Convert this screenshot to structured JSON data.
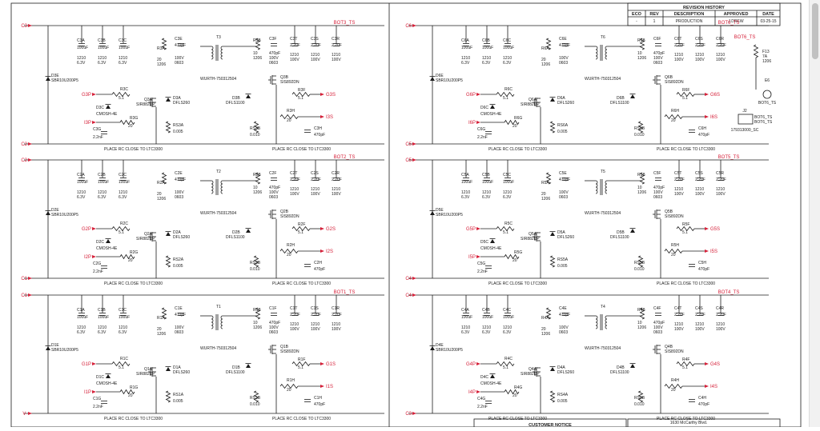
{
  "revision_history": {
    "title": "REVISION HISTORY",
    "headers": [
      "ECO",
      "REV",
      "DESCRIPTION",
      "APPROVED",
      "DATE"
    ],
    "row": [
      "-",
      "1",
      "PRODUCTION",
      "J.DREW",
      "03-25-15"
    ]
  },
  "notes": {
    "place_rc": "PLACE RC CLOSE TO LTC3300",
    "customer_notice": "CUSTOMER NOTICE",
    "address": "1630 McCarthy Blvd."
  },
  "connector": {
    "fuse": "F13",
    "fuse_rating": "7A",
    "fuse_pkg": "1206",
    "test_point": "E6",
    "test_point_label": "BOT6_TS",
    "jack": "J2",
    "jack_pins": [
      "BOT6_TS",
      "BOT6_TS"
    ],
    "jack_part": "179313000_SC",
    "bot_net": "BOT6_TS"
  },
  "cells": [
    {
      "id": "3",
      "top_port": "C3",
      "bottom_port": "C2",
      "ts_net": "BOT3_TS",
      "caps": [
        [
          "C3A",
          "100uF",
          "1210",
          "6.3V"
        ],
        [
          "C3B",
          "100uF",
          "1210",
          "6.3V"
        ],
        [
          "C3C",
          "100uF",
          "1210",
          "6.3V"
        ]
      ],
      "cap_out": [
        [
          "C3T",
          "2.2uF",
          "1210",
          "100V"
        ],
        [
          "C3S",
          "2.2uF",
          "1210",
          "100V"
        ],
        [
          "C3R",
          "2.2uF",
          "1210",
          "100V"
        ]
      ],
      "diode": [
        "D3E",
        "SBR10U200P5"
      ],
      "gate_in": "G3P",
      "sense_in": "I3P",
      "gate_out": "G3S",
      "sense_out": "I3S",
      "mosfet_p": [
        "Q3A",
        "SIR882DP"
      ],
      "mosfet_s": [
        "Q3B",
        "SIS892DN"
      ],
      "diode_p": [
        "D3A",
        "DFLS260"
      ],
      "diode_s": [
        "D3B",
        "DFLS1100"
      ],
      "diode_c": [
        "D3C",
        "CMOSH-4E"
      ],
      "transformer": [
        "T3",
        "WURTH-750312504"
      ],
      "sense_p": [
        "RS3A",
        "0.005"
      ],
      "sense_s": [
        "RS3B",
        "0.010"
      ],
      "r_p": [
        "R3A",
        "20",
        "1206"
      ],
      "r_s": [
        "R3B",
        "10",
        "1206"
      ],
      "snub_p": [
        "C3E",
        "470pF",
        "100V",
        "0603"
      ],
      "snub_s": [
        "C3F",
        "470pF",
        "100V",
        "0603"
      ],
      "gate_r": [
        "R3C",
        "5.1"
      ],
      "gate_r2": [
        "R3G",
        "20"
      ],
      "rc_cap": [
        "C3G",
        "2.2nF"
      ],
      "sec_r": [
        "R3F",
        "5.1"
      ],
      "sec_r2": [
        "R3H",
        "20"
      ],
      "sec_cap": [
        "C3H",
        "470pF"
      ]
    },
    {
      "id": "2",
      "top_port": "C2",
      "bottom_port": "C1",
      "ts_net": "BOT2_TS",
      "caps": [
        [
          "C2A",
          "100uF",
          "1210",
          "6.3V"
        ],
        [
          "C2B",
          "100uF",
          "1210",
          "6.3V"
        ],
        [
          "C2C",
          "100uF",
          "1210",
          "6.3V"
        ]
      ],
      "cap_out": [
        [
          "C2T",
          "2.2uF",
          "1210",
          "100V"
        ],
        [
          "C2S",
          "2.2uF",
          "1210",
          "100V"
        ],
        [
          "C2R",
          "2.2uF",
          "1210",
          "100V"
        ]
      ],
      "diode": [
        "D2E",
        "SBR10U200P5"
      ],
      "gate_in": "G2P",
      "sense_in": "I2P",
      "gate_out": "G2S",
      "sense_out": "I2S",
      "mosfet_p": [
        "Q2A",
        "SIR882DP"
      ],
      "mosfet_s": [
        "Q2B",
        "SIS892DN"
      ],
      "diode_p": [
        "D2A",
        "DFLS260"
      ],
      "diode_s": [
        "D2B",
        "DFLS1100"
      ],
      "diode_c": [
        "D2C",
        "CMOSH-4E"
      ],
      "transformer": [
        "T2",
        "WURTH-750312504"
      ],
      "sense_p": [
        "RS2A",
        "0.005"
      ],
      "sense_s": [
        "RS2B",
        "0.010"
      ],
      "r_p": [
        "R2A",
        "20",
        "1206"
      ],
      "r_s": [
        "R2B",
        "10",
        "1206"
      ],
      "snub_p": [
        "C2E",
        "470pF",
        "100V",
        "0603"
      ],
      "snub_s": [
        "C2F",
        "470pF",
        "100V",
        "0603"
      ],
      "gate_r": [
        "R2C",
        "5.1"
      ],
      "gate_r2": [
        "R2G",
        "20"
      ],
      "rc_cap": [
        "C2G",
        "2.2nF"
      ],
      "sec_r": [
        "R2F",
        "5.1"
      ],
      "sec_r2": [
        "R2H",
        "20"
      ],
      "sec_cap": [
        "C2H",
        "470pF"
      ]
    },
    {
      "id": "1",
      "top_port": "C1",
      "bottom_port": "V-",
      "ts_net": "BOT1_TS",
      "caps": [
        [
          "C1A",
          "100uF",
          "1210",
          "6.3V"
        ],
        [
          "C1B",
          "100uF",
          "1210",
          "6.3V"
        ],
        [
          "C1C",
          "100uF",
          "1210",
          "6.3V"
        ]
      ],
      "cap_out": [
        [
          "C1T",
          "2.2uF",
          "1210",
          "100V"
        ],
        [
          "C1S",
          "2.2uF",
          "1210",
          "100V"
        ],
        [
          "C1R",
          "2.2uF",
          "1210",
          "100V"
        ]
      ],
      "diode": [
        "D1E",
        "SBR10U200P5"
      ],
      "gate_in": "G1P",
      "sense_in": "I1P",
      "gate_out": "G1S",
      "sense_out": "I1S",
      "mosfet_p": [
        "Q1A",
        "SIR882DP"
      ],
      "mosfet_s": [
        "Q1B",
        "SIS892DN"
      ],
      "diode_p": [
        "D1A",
        "DFLS260"
      ],
      "diode_s": [
        "D1B",
        "DFLS1100"
      ],
      "diode_c": [
        "D1C",
        "CMOSH-4E"
      ],
      "transformer": [
        "T1",
        "WURTH-750312504"
      ],
      "sense_p": [
        "RS1A",
        "0.005"
      ],
      "sense_s": [
        "RS1B",
        "0.010"
      ],
      "r_p": [
        "R1A",
        "20",
        "1206"
      ],
      "r_s": [
        "R1B",
        "10",
        "1206"
      ],
      "snub_p": [
        "C1E",
        "470pF",
        "100V",
        "0603"
      ],
      "snub_s": [
        "C1F",
        "470pF",
        "100V",
        "0603"
      ],
      "gate_r": [
        "R1C",
        "5.1"
      ],
      "gate_r2": [
        "R1G",
        "20"
      ],
      "rc_cap": [
        "C1G",
        "2.2nF"
      ],
      "sec_r": [
        "R1F",
        "5.1"
      ],
      "sec_r2": [
        "R1H",
        "20"
      ],
      "sec_cap": [
        "C1H",
        "470pF"
      ]
    },
    {
      "id": "6",
      "top_port": "C6",
      "bottom_port": "C5",
      "ts_net": "BOT6_TS",
      "caps": [
        [
          "C6A",
          "100uF",
          "1210",
          "6.3V"
        ],
        [
          "C6B",
          "100uF",
          "1210",
          "6.3V"
        ],
        [
          "C6C",
          "100uF",
          "1210",
          "6.3V"
        ]
      ],
      "cap_out": [
        [
          "C6T",
          "2.2uF",
          "1210",
          "100V"
        ],
        [
          "C6S",
          "2.2uF",
          "1210",
          "100V"
        ],
        [
          "C6R",
          "2.2uF",
          "1210",
          "100V"
        ]
      ],
      "diode": [
        "D6E",
        "SBR10U200P5"
      ],
      "gate_in": "G6P",
      "sense_in": "I6P",
      "gate_out": "G6S",
      "sense_out": "I6S",
      "mosfet_p": [
        "Q6A",
        "SIR882DP"
      ],
      "mosfet_s": [
        "Q6B",
        "SIS892DN"
      ],
      "diode_p": [
        "D6A",
        "DFLS260"
      ],
      "diode_s": [
        "D6B",
        "DFLS1100"
      ],
      "diode_c": [
        "D6C",
        "CMOSH-4E"
      ],
      "transformer": [
        "T6",
        "WURTH-750312504"
      ],
      "sense_p": [
        "RS6A",
        "0.005"
      ],
      "sense_s": [
        "RS6B",
        "0.010"
      ],
      "r_p": [
        "R6A",
        "20",
        "1206"
      ],
      "r_s": [
        "R6B",
        "10",
        "1206"
      ],
      "snub_p": [
        "C6E",
        "470pF",
        "100V",
        "0603"
      ],
      "snub_s": [
        "C6F",
        "470pF",
        "100V",
        "0603"
      ],
      "gate_r": [
        "R6C",
        "5.1"
      ],
      "gate_r2": [
        "R6G",
        "20"
      ],
      "rc_cap": [
        "C6G",
        "2.2nF"
      ],
      "sec_r": [
        "R6F",
        "5.1"
      ],
      "sec_r2": [
        "R6H",
        "20"
      ],
      "sec_cap": [
        "C6H",
        "470pF"
      ]
    },
    {
      "id": "5",
      "top_port": "C5",
      "bottom_port": "C4",
      "ts_net": "BOT5_TS",
      "caps": [
        [
          "C5A",
          "100uF",
          "1210",
          "6.3V"
        ],
        [
          "C5B",
          "100uF",
          "1210",
          "6.3V"
        ],
        [
          "C5C",
          "100uF",
          "1210",
          "6.3V"
        ]
      ],
      "cap_out": [
        [
          "C5T",
          "2.2uF",
          "1210",
          "100V"
        ],
        [
          "C5S",
          "2.2uF",
          "1210",
          "100V"
        ],
        [
          "C5R",
          "2.2uF",
          "1210",
          "100V"
        ]
      ],
      "diode": [
        "D5E",
        "SBR10U200P5"
      ],
      "gate_in": "G5P",
      "sense_in": "I5P",
      "gate_out": "G5S",
      "sense_out": "I5S",
      "mosfet_p": [
        "Q5A",
        "SIR882DP"
      ],
      "mosfet_s": [
        "Q5B",
        "SIS892DN"
      ],
      "diode_p": [
        "D5A",
        "DFLS260"
      ],
      "diode_s": [
        "D5B",
        "DFLS1100"
      ],
      "diode_c": [
        "D5C",
        "CMOSH-4E"
      ],
      "transformer": [
        "T5",
        "WURTH-750312504"
      ],
      "sense_p": [
        "RS5A",
        "0.005"
      ],
      "sense_s": [
        "RS5B",
        "0.010"
      ],
      "r_p": [
        "R5A",
        "20",
        "1206"
      ],
      "r_s": [
        "R5B",
        "10",
        "1206"
      ],
      "snub_p": [
        "C5E",
        "470pF",
        "100V",
        "0603"
      ],
      "snub_s": [
        "C5F",
        "470pF",
        "100V",
        "0603"
      ],
      "gate_r": [
        "R5C",
        "5.1"
      ],
      "gate_r2": [
        "R5G",
        "20"
      ],
      "rc_cap": [
        "C5G",
        "2.2nF"
      ],
      "sec_r": [
        "R5F",
        "5.1"
      ],
      "sec_r2": [
        "R5H",
        "20"
      ],
      "sec_cap": [
        "C5H",
        "470pF"
      ]
    },
    {
      "id": "4",
      "top_port": "C4",
      "bottom_port": "C3",
      "ts_net": "BOT4_TS",
      "caps": [
        [
          "C4A",
          "100uF",
          "1210",
          "6.3V"
        ],
        [
          "C4B",
          "100uF",
          "1210",
          "6.3V"
        ],
        [
          "C4C",
          "100uF",
          "1210",
          "6.3V"
        ]
      ],
      "cap_out": [
        [
          "C4T",
          "2.2uF",
          "1210",
          "100V"
        ],
        [
          "C4S",
          "2.2uF",
          "1210",
          "100V"
        ],
        [
          "C4R",
          "2.2uF",
          "1210",
          "100V"
        ]
      ],
      "diode": [
        "D4E",
        "SBR10U200P5"
      ],
      "gate_in": "G4P",
      "sense_in": "I4P",
      "gate_out": "G4S",
      "sense_out": "I4S",
      "mosfet_p": [
        "Q4A",
        "SIR882DP"
      ],
      "mosfet_s": [
        "Q4B",
        "SIS892DN"
      ],
      "diode_p": [
        "D4A",
        "DFLS260"
      ],
      "diode_s": [
        "D4B",
        "DFLS1100"
      ],
      "diode_c": [
        "D4C",
        "CMOSH-4E"
      ],
      "transformer": [
        "T4",
        "WURTH-750312504"
      ],
      "sense_p": [
        "RS4A",
        "0.005"
      ],
      "sense_s": [
        "RS4B",
        "0.010"
      ],
      "r_p": [
        "R4A",
        "20",
        "1206"
      ],
      "r_s": [
        "R4B",
        "10",
        "1206"
      ],
      "snub_p": [
        "C4E",
        "470pF",
        "100V",
        "0603"
      ],
      "snub_s": [
        "C4F",
        "470pF",
        "100V",
        "0603"
      ],
      "gate_r": [
        "R4C",
        "5.1"
      ],
      "gate_r2": [
        "R4G",
        "20"
      ],
      "rc_cap": [
        "C4G",
        "2.2nF"
      ],
      "sec_r": [
        "R4F",
        "5.1"
      ],
      "sec_r2": [
        "R4H",
        "20"
      ],
      "sec_cap": [
        "C4H",
        "470pF"
      ]
    }
  ]
}
